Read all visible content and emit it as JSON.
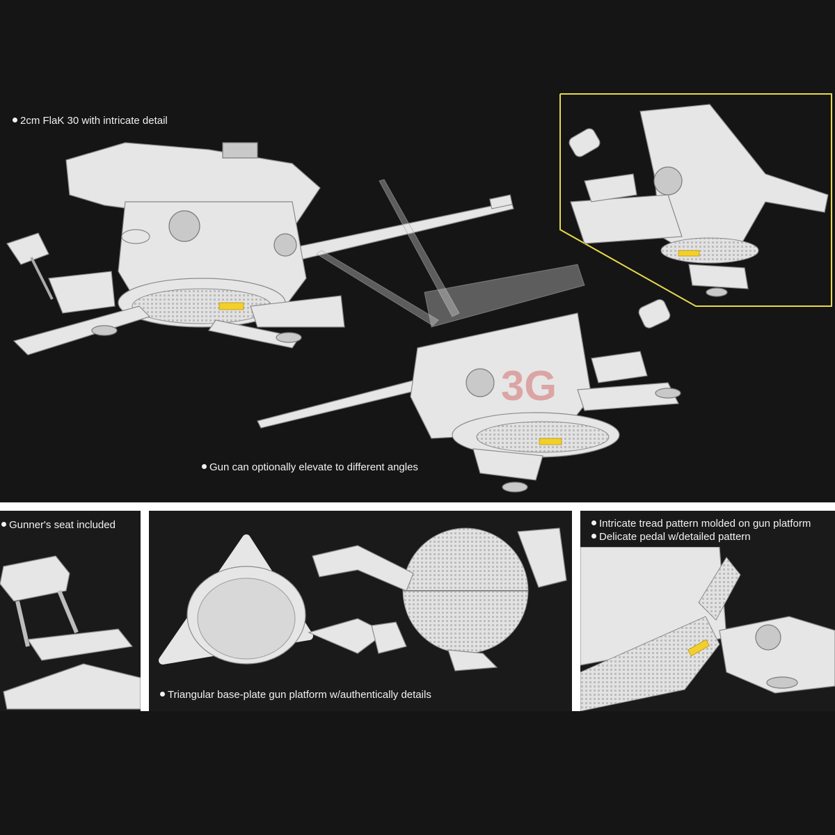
{
  "captions": {
    "main": "2cm FlaK 30 with intricate detail",
    "elevate": "Gun can optionally elevate to different angles",
    "seat": "Gunner's seat included",
    "baseplate": "Triangular base-plate gun platform w/authentically details",
    "tread": "Intricate tread pattern molded on gun platform",
    "pedal": "Delicate pedal w/detailed pattern"
  },
  "watermark": "3G",
  "colors": {
    "background": "#151515",
    "part": "#e6e6e6",
    "highlight_frame": "#e8d84a",
    "marking": "#f3cf2a",
    "divider": "#ffffff"
  },
  "icons": [
    "bullet-dot"
  ]
}
